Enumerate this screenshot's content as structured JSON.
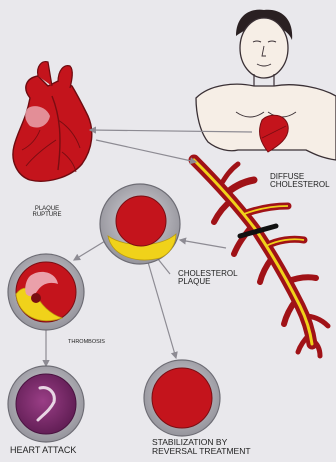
{
  "labels": {
    "diffuse": "DIFFUSE CHOLESTEROL",
    "plaque_rupture": "PLAQUE RUPTURE",
    "cholesterol_plaque": "CHOLESTEROL PLAQUE",
    "thrombosis": "THROMBOSIS",
    "heart_attack": "HEART ATTACK",
    "stabilization_line1": "STABILIZATION BY",
    "stabilization_line2": "REVERSAL TREATMENT"
  },
  "colors": {
    "background": "#e9e8ec",
    "heart_red": "#c4141c",
    "heart_dark": "#7a0d12",
    "vessel_wall": "#a9a8b0",
    "plaque_yellow": "#f0d21a",
    "clot_purple": "#7a2a6a",
    "skin": "#f6eee6",
    "arrow": "#8d8b93"
  }
}
